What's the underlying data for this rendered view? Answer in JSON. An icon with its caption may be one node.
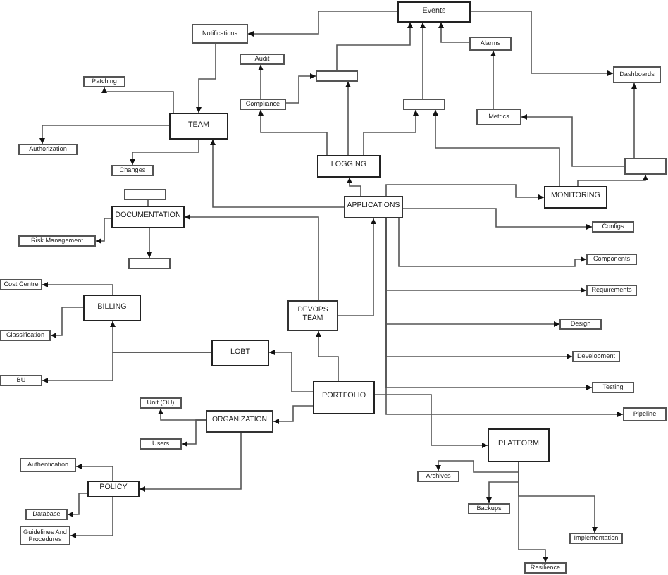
{
  "diagram": {
    "nodes": [
      {
        "text": [
          "Events"
        ]
      },
      {
        "text": [
          "Notifications"
        ]
      },
      {
        "text": [
          "Alarms"
        ]
      },
      {
        "text": [
          "Dashboards"
        ]
      },
      {
        "text": [
          "Patching"
        ]
      },
      {
        "text": [
          "Audit"
        ]
      },
      {
        "text": [],
        "shape": "box"
      },
      {
        "text": [
          "Compliance"
        ]
      },
      {
        "text": [],
        "shape": "box"
      },
      {
        "text": [
          "Metrics"
        ]
      },
      {
        "text": [
          "TEAM"
        ]
      },
      {
        "text": [
          "Authorization"
        ]
      },
      {
        "text": [
          "Changes"
        ]
      },
      {
        "text": [
          "LOGGING"
        ]
      },
      {
        "text": [],
        "shape": "box"
      },
      {
        "text": [
          "MONITORING"
        ]
      },
      {
        "text": [],
        "shape": "box"
      },
      {
        "text": [
          "DOCUMENTATION"
        ]
      },
      {
        "text": [
          "APPLICATIONS"
        ]
      },
      {
        "text": [
          "Risk Management"
        ]
      },
      {
        "text": [
          "Configs"
        ]
      },
      {
        "text": [],
        "shape": "box"
      },
      {
        "text": [
          "Components"
        ]
      },
      {
        "text": [
          "Cost Centre"
        ]
      },
      {
        "text": [
          "Requirements"
        ]
      },
      {
        "text": [
          "BILLING"
        ]
      },
      {
        "text": [
          "DEVOPS TEAM"
        ]
      },
      {
        "text": [
          "Design"
        ]
      },
      {
        "text": [
          "Classification"
        ]
      },
      {
        "text": [
          "Development"
        ]
      },
      {
        "text": [
          "LOBT"
        ]
      },
      {
        "text": [
          "BU"
        ]
      },
      {
        "text": [
          "PORTFOLIO"
        ]
      },
      {
        "text": [
          "Testing"
        ]
      },
      {
        "text": [
          "Unit (OU)"
        ]
      },
      {
        "text": [
          "Pipeline"
        ]
      },
      {
        "text": [
          "ORGANIZATION"
        ]
      },
      {
        "text": [
          "Users"
        ]
      },
      {
        "text": [
          "PLATFORM"
        ]
      },
      {
        "text": [
          "Authentication"
        ]
      },
      {
        "text": [
          "POLICY"
        ]
      },
      {
        "text": [
          "Archives"
        ]
      },
      {
        "text": [
          "Backups"
        ]
      },
      {
        "text": [
          "Database"
        ]
      },
      {
        "text": [
          "Implementation"
        ]
      },
      {
        "text": [
          "Guidelines And Procedures"
        ]
      },
      {
        "text": [
          "Resilience"
        ]
      }
    ],
    "edges": [
      {
        "from": 0,
        "to": 1,
        "arrow": "to"
      },
      {
        "from": 0,
        "to": 3,
        "arrow": "to"
      },
      {
        "from": 2,
        "to": 0,
        "arrow": "to"
      },
      {
        "from": 6,
        "to": 0,
        "arrow": "to"
      },
      {
        "from": 8,
        "to": 0,
        "arrow": "to"
      },
      {
        "from": 9,
        "to": 2,
        "arrow": "to"
      },
      {
        "from": 14,
        "to": 3,
        "arrow": "to"
      },
      {
        "from": 14,
        "to": 9,
        "arrow": "to"
      },
      {
        "from": 1,
        "to": 10,
        "arrow": "to"
      },
      {
        "from": 10,
        "to": 4,
        "arrow": "to"
      },
      {
        "from": 10,
        "to": 11,
        "arrow": "to"
      },
      {
        "from": 10,
        "to": 12,
        "arrow": "to"
      },
      {
        "from": 18,
        "to": 10,
        "arrow": "to"
      },
      {
        "from": 13,
        "to": 7,
        "arrow": "to"
      },
      {
        "from": 7,
        "to": 5,
        "arrow": "to"
      },
      {
        "from": 7,
        "to": 6,
        "arrow": "to"
      },
      {
        "from": 13,
        "to": 6,
        "arrow": "to"
      },
      {
        "from": 13,
        "to": 8,
        "arrow": "to"
      },
      {
        "from": 15,
        "to": 8,
        "arrow": "to"
      },
      {
        "from": 15,
        "to": 14,
        "arrow": "to"
      },
      {
        "from": 18,
        "to": 13,
        "arrow": "to"
      },
      {
        "from": 18,
        "to": 15,
        "arrow": "to"
      },
      {
        "from": 26,
        "to": 17,
        "arrow": "to"
      },
      {
        "from": 17,
        "to": 16,
        "arrow": "none"
      },
      {
        "from": 17,
        "to": 19,
        "arrow": "to"
      },
      {
        "from": 17,
        "to": 21,
        "arrow": "to"
      },
      {
        "from": 26,
        "to": 18,
        "arrow": "to"
      },
      {
        "from": 18,
        "to": 20,
        "arrow": "to"
      },
      {
        "from": 18,
        "to": 22,
        "arrow": "to"
      },
      {
        "from": 18,
        "to": 24,
        "arrow": "to"
      },
      {
        "from": 18,
        "to": 27,
        "arrow": "to"
      },
      {
        "from": 18,
        "to": 29,
        "arrow": "to"
      },
      {
        "from": 18,
        "to": 33,
        "arrow": "to"
      },
      {
        "from": 18,
        "to": 35,
        "arrow": "to"
      },
      {
        "from": 30,
        "to": 25,
        "arrow": "to"
      },
      {
        "from": 30,
        "to": 31,
        "arrow": "to"
      },
      {
        "from": 25,
        "to": 23,
        "arrow": "to"
      },
      {
        "from": 25,
        "to": 28,
        "arrow": "to"
      },
      {
        "from": 32,
        "to": 30,
        "arrow": "to"
      },
      {
        "from": 32,
        "to": 26,
        "arrow": "to"
      },
      {
        "from": 32,
        "to": 36,
        "arrow": "to"
      },
      {
        "from": 32,
        "to": 38,
        "arrow": "to"
      },
      {
        "from": 36,
        "to": 34,
        "arrow": "to"
      },
      {
        "from": 36,
        "to": 37,
        "arrow": "to"
      },
      {
        "from": 36,
        "to": 40,
        "arrow": "to"
      },
      {
        "from": 40,
        "to": 39,
        "arrow": "to"
      },
      {
        "from": 40,
        "to": 43,
        "arrow": "to"
      },
      {
        "from": 40,
        "to": 45,
        "arrow": "to"
      },
      {
        "from": 38,
        "to": 41,
        "arrow": "to"
      },
      {
        "from": 38,
        "to": 42,
        "arrow": "to"
      },
      {
        "from": 38,
        "to": 44,
        "arrow": "to"
      },
      {
        "from": 38,
        "to": 46,
        "arrow": "to"
      }
    ]
  }
}
